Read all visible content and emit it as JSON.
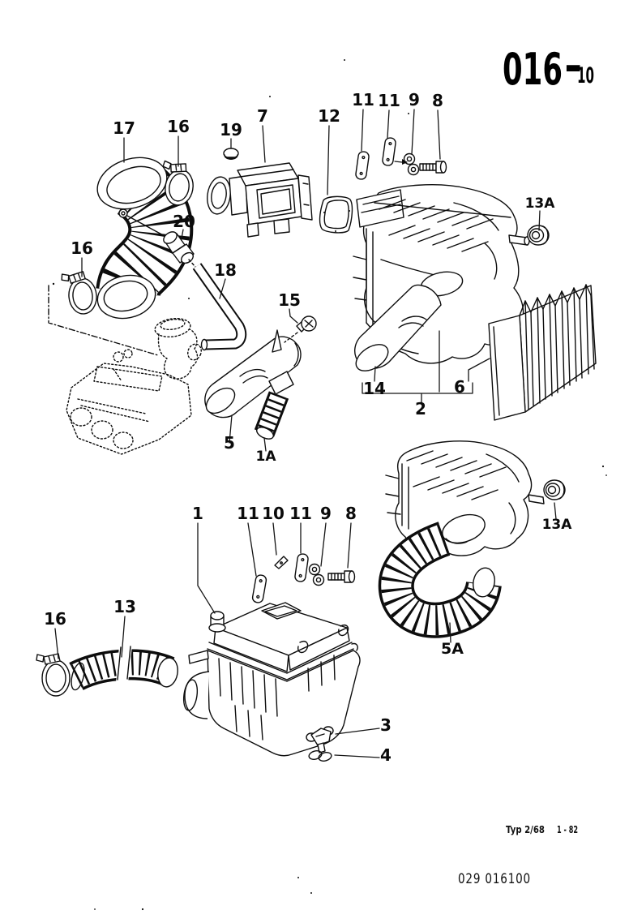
{
  "page": {
    "catalog_code": "016",
    "catalog_separator": "-",
    "catalog_suffix": "10",
    "footer_model": "Typ 2/68",
    "footer_date": "1 - 82",
    "footer_doc_number": "029 016100"
  },
  "diagram": {
    "callouts": [
      {
        "ref": "17"
      },
      {
        "ref": "16"
      },
      {
        "ref": "19"
      },
      {
        "ref": "7"
      },
      {
        "ref": "12"
      },
      {
        "ref": "11"
      },
      {
        "ref": "11"
      },
      {
        "ref": "9"
      },
      {
        "ref": "8"
      },
      {
        "ref": "13A"
      },
      {
        "ref": "16"
      },
      {
        "ref": "20"
      },
      {
        "ref": "18"
      },
      {
        "ref": "15"
      },
      {
        "ref": "5"
      },
      {
        "ref": "1A"
      },
      {
        "ref": "14"
      },
      {
        "ref": "2"
      },
      {
        "ref": "6"
      },
      {
        "ref": "13A"
      },
      {
        "ref": "1"
      },
      {
        "ref": "11"
      },
      {
        "ref": "10"
      },
      {
        "ref": "11"
      },
      {
        "ref": "9"
      },
      {
        "ref": "8"
      },
      {
        "ref": "16"
      },
      {
        "ref": "13"
      },
      {
        "ref": "5A"
      },
      {
        "ref": "3"
      },
      {
        "ref": "4"
      }
    ]
  }
}
